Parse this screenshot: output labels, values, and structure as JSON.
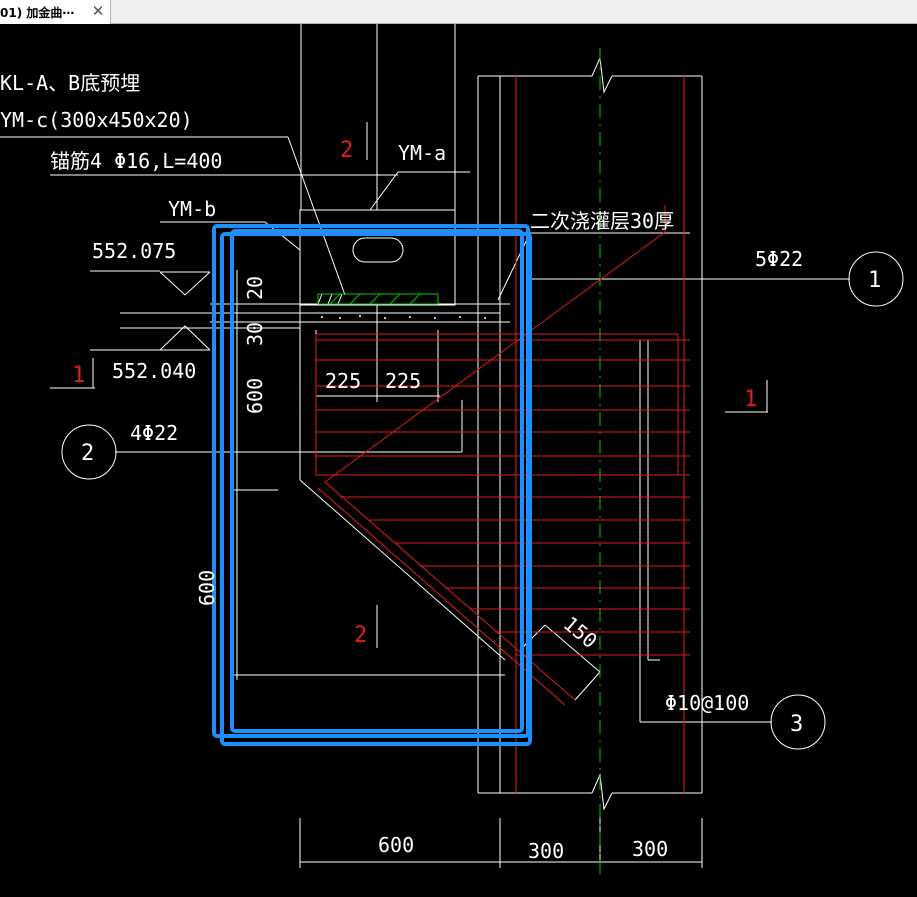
{
  "tab": {
    "label": "01) 加金曲⋯",
    "close_glyph": "✕"
  },
  "drawing": {
    "notes": {
      "embed_line1": "KL-A、B底预埋",
      "embed_line2": "YM-c(300x450x20)",
      "anchor": "锚筋4 Φ16,L=400",
      "ym_a": "YM-a",
      "ym_b": "YM-b",
      "grout": "二次浇灌层30厚",
      "elev_top": "552.075",
      "elev_bottom": "552.040",
      "rebar_top": "5Φ22",
      "rebar_left": "4Φ22",
      "stirrup": "Φ10@100"
    },
    "section_marks": {
      "one": "1",
      "two": "2"
    },
    "callouts": {
      "c1": "1",
      "c2": "2",
      "c3": "3"
    },
    "dims": {
      "d20": "20",
      "d30": "30",
      "d600_left": "600",
      "d225a": "225",
      "d225b": "225",
      "d600_lower": "600",
      "d150": "150",
      "d600_bottom": "600",
      "d300a": "300",
      "d300b": "300"
    },
    "colors": {
      "white": "#ffffff",
      "red": "#e21b1b",
      "green": "#00cc00",
      "blue": "#1e8fff"
    }
  }
}
